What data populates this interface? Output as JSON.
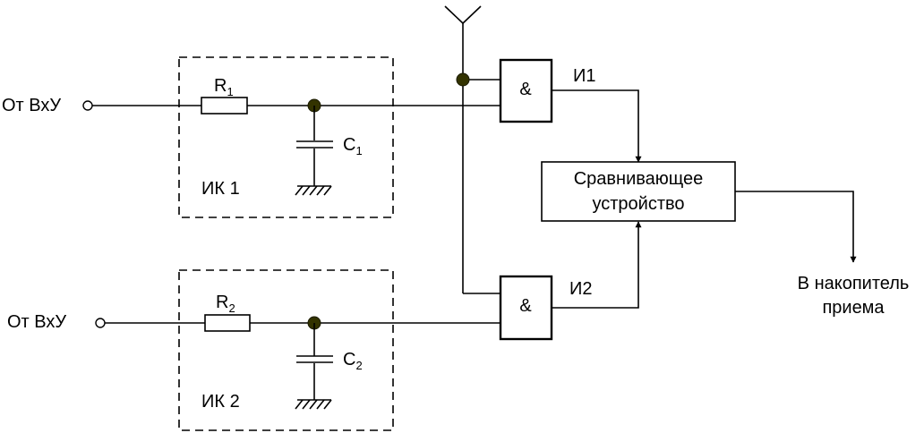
{
  "diagram": {
    "type": "circuit-schematic",
    "inputs": [
      {
        "id": "in1",
        "label": "От ВхУ"
      },
      {
        "id": "in2",
        "label": "От ВхУ"
      }
    ],
    "blocks": [
      {
        "id": "ik1",
        "label": "ИК 1",
        "resistor": {
          "name": "R",
          "sub": "1"
        },
        "capacitor": {
          "name": "C",
          "sub": "1"
        }
      },
      {
        "id": "ik2",
        "label": "ИК 2",
        "resistor": {
          "name": "R",
          "sub": "2"
        },
        "capacitor": {
          "name": "C",
          "sub": "2"
        }
      }
    ],
    "gates": [
      {
        "id": "and1",
        "symbol": "&",
        "output_label": "И1"
      },
      {
        "id": "and2",
        "symbol": "&",
        "output_label": "И2"
      }
    ],
    "comparator": {
      "line1": "Сравнивающее",
      "line2": "устройство"
    },
    "output": {
      "line1": "В накопитель",
      "line2": "приема"
    },
    "connections": [
      "in1 -> R1 -> node1 -> and1.in2",
      "node1 -> C1 -> ground",
      "in2 -> R2 -> node2 -> and2.in2",
      "node2 -> C2 -> ground",
      "antenna -> node3 -> and1.in1",
      "node3 -> and2.in1",
      "and1.out -> comparator.top",
      "and2.out -> comparator.bottom",
      "comparator.out -> output"
    ]
  }
}
